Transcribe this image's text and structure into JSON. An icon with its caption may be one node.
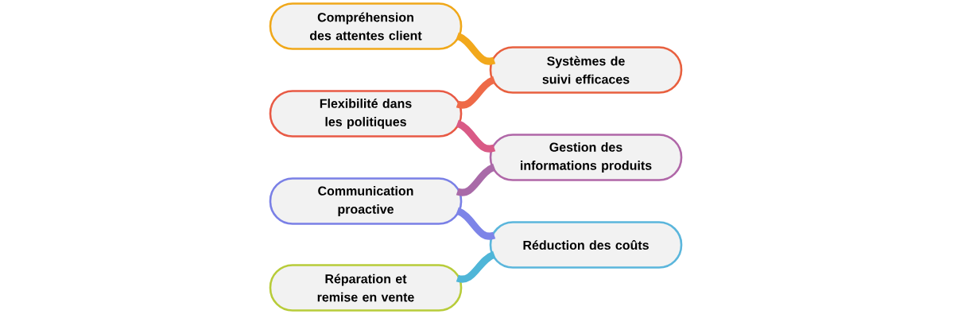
{
  "diagram": {
    "nodes": [
      {
        "text": [
          "Compréhension des attentes client"
        ]
      },
      {
        "text": [
          "Systèmes de suivi efficaces"
        ]
      },
      {
        "text": [
          "Flexibilité dans les politiques"
        ]
      },
      {
        "text": [
          "Gestion des informations produits"
        ]
      },
      {
        "text": [
          "Communication proactive"
        ]
      },
      {
        "text": [
          "Réduction des coûts"
        ]
      },
      {
        "text": [
          "Réparation et remise en vente"
        ]
      }
    ],
    "edges": [
      {
        "from": 0,
        "to": 1,
        "arrow": "none",
        "color": "#f2a81c"
      },
      {
        "from": 1,
        "to": 2,
        "arrow": "none",
        "color": "#ee6a48"
      },
      {
        "from": 2,
        "to": 3,
        "arrow": "none",
        "color": "#d95a86"
      },
      {
        "from": 3,
        "to": 4,
        "arrow": "none",
        "color": "#a96aa8"
      },
      {
        "from": 4,
        "to": 5,
        "arrow": "none",
        "color": "#7d84e8"
      },
      {
        "from": 5,
        "to": 6,
        "arrow": "none",
        "color": "#4fb6d8"
      }
    ]
  }
}
